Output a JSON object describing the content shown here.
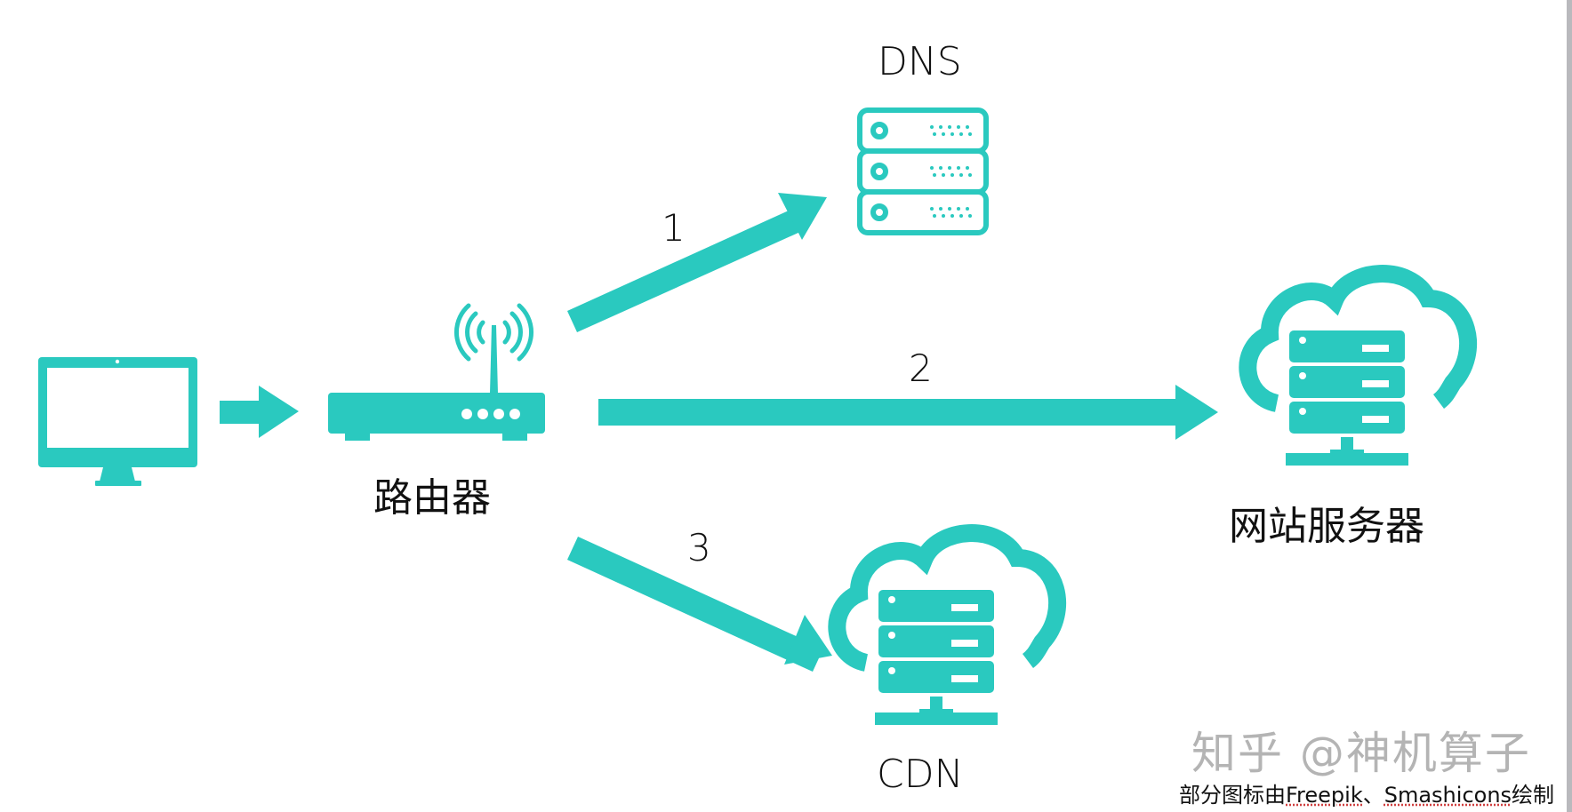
{
  "colors": {
    "accent": "#2ac9bf",
    "text": "#111111",
    "watermark": "#b4b4b4",
    "background": "#ffffff"
  },
  "nodes": {
    "computer": {
      "icon": "desktop-monitor-icon",
      "label": ""
    },
    "router": {
      "icon": "wifi-router-icon",
      "label": "路由器"
    },
    "dns": {
      "icon": "server-rack-outline-icon",
      "label": "DNS"
    },
    "web_server": {
      "icon": "cloud-server-icon",
      "label": "网站服务器"
    },
    "cdn": {
      "icon": "cloud-server-icon",
      "label": "CDN"
    }
  },
  "edges": [
    {
      "from": "computer",
      "to": "router",
      "label": ""
    },
    {
      "from": "router",
      "to": "dns",
      "label": "1"
    },
    {
      "from": "router",
      "to": "web_server",
      "label": "2"
    },
    {
      "from": "router",
      "to": "cdn",
      "label": "3"
    }
  ],
  "watermark": "知乎 @神机算子",
  "credit": {
    "prefix": "部分图标由",
    "source1": "Freepik",
    "separator": "、",
    "source2": "Smashicons",
    "suffix": "绘制"
  }
}
